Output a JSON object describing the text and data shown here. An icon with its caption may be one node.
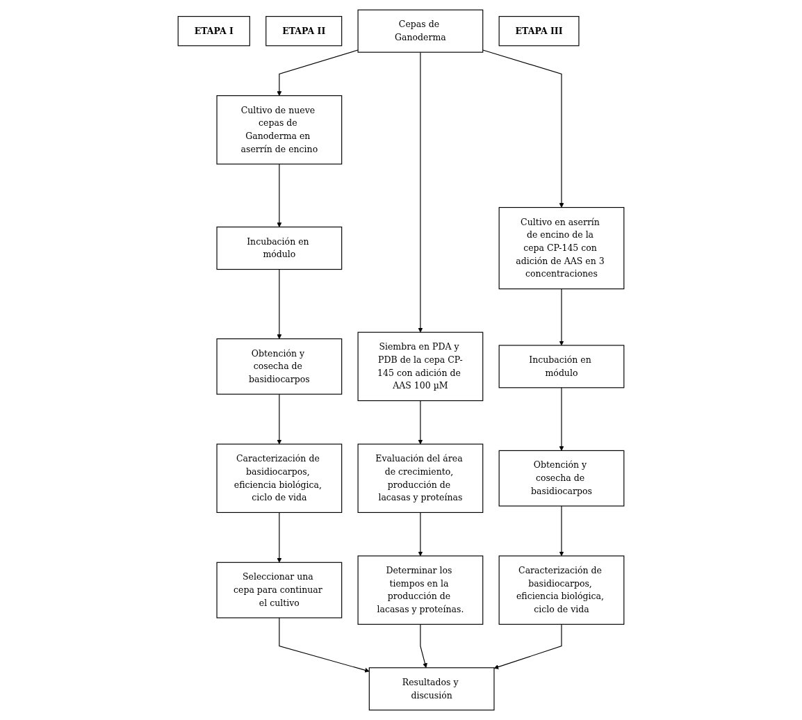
{
  "diagram": {
    "nodes": [
      {
        "text": [
          "Cepas de Ganoderma"
        ]
      },
      {
        "text": [
          "ETAPA I"
        ]
      },
      {
        "text": [
          "Cultivo de nueve cepas de Ganoderma en aserrín de encino"
        ]
      },
      {
        "text": [
          "Incubación en módulo"
        ]
      },
      {
        "text": [
          "Obtención y cosecha de basidiocarpos"
        ]
      },
      {
        "text": [
          "Caracterización de basidiocarpos, eficiencia biológica, ciclo de vida"
        ]
      },
      {
        "text": [
          "Seleccionar una cepa para continuar el cultivo"
        ]
      },
      {
        "text": [
          "ETAPA II"
        ]
      },
      {
        "text": [
          "Siembra en PDA y PDB de la cepa CP-145 con adición de AAS 100 µM"
        ]
      },
      {
        "text": [
          "Evaluación del área de crecimiento, producción de lacasas y proteínas"
        ]
      },
      {
        "text": [
          "Determinar los tiempos en la producción de lacasas y proteínas."
        ]
      },
      {
        "text": [
          "Resultados y discusión"
        ]
      },
      {
        "text": [
          "ETAPA III"
        ]
      },
      {
        "text": [
          "Cultivo en aserrín de encino de la cepa CP-145 con adición de AAS en 3 concentraciones"
        ]
      },
      {
        "text": [
          "Incubación en módulo"
        ]
      },
      {
        "text": [
          "Obtención y cosecha de basidiocarpos"
        ]
      },
      {
        "text": [
          "Caracterización de basidiocarpos, eficiencia biológica, ciclo de vida"
        ]
      }
    ],
    "edges": [
      {
        "from": 0,
        "to": 2,
        "arrow": "to"
      },
      {
        "from": 0,
        "to": 8,
        "arrow": "to"
      },
      {
        "from": 0,
        "to": 13,
        "arrow": "to"
      },
      {
        "from": 2,
        "to": 3,
        "arrow": "to"
      },
      {
        "from": 3,
        "to": 4,
        "arrow": "to"
      },
      {
        "from": 4,
        "to": 5,
        "arrow": "to"
      },
      {
        "from": 5,
        "to": 6,
        "arrow": "to"
      },
      {
        "from": 6,
        "to": 11,
        "arrow": "to"
      },
      {
        "from": 8,
        "to": 9,
        "arrow": "to"
      },
      {
        "from": 9,
        "to": 10,
        "arrow": "to"
      },
      {
        "from": 10,
        "to": 11,
        "arrow": "to"
      },
      {
        "from": 13,
        "to": 14,
        "arrow": "to"
      },
      {
        "from": 14,
        "to": 15,
        "arrow": "to"
      },
      {
        "from": 15,
        "to": 16,
        "arrow": "to"
      },
      {
        "from": 16,
        "to": 11,
        "arrow": "to"
      }
    ]
  }
}
